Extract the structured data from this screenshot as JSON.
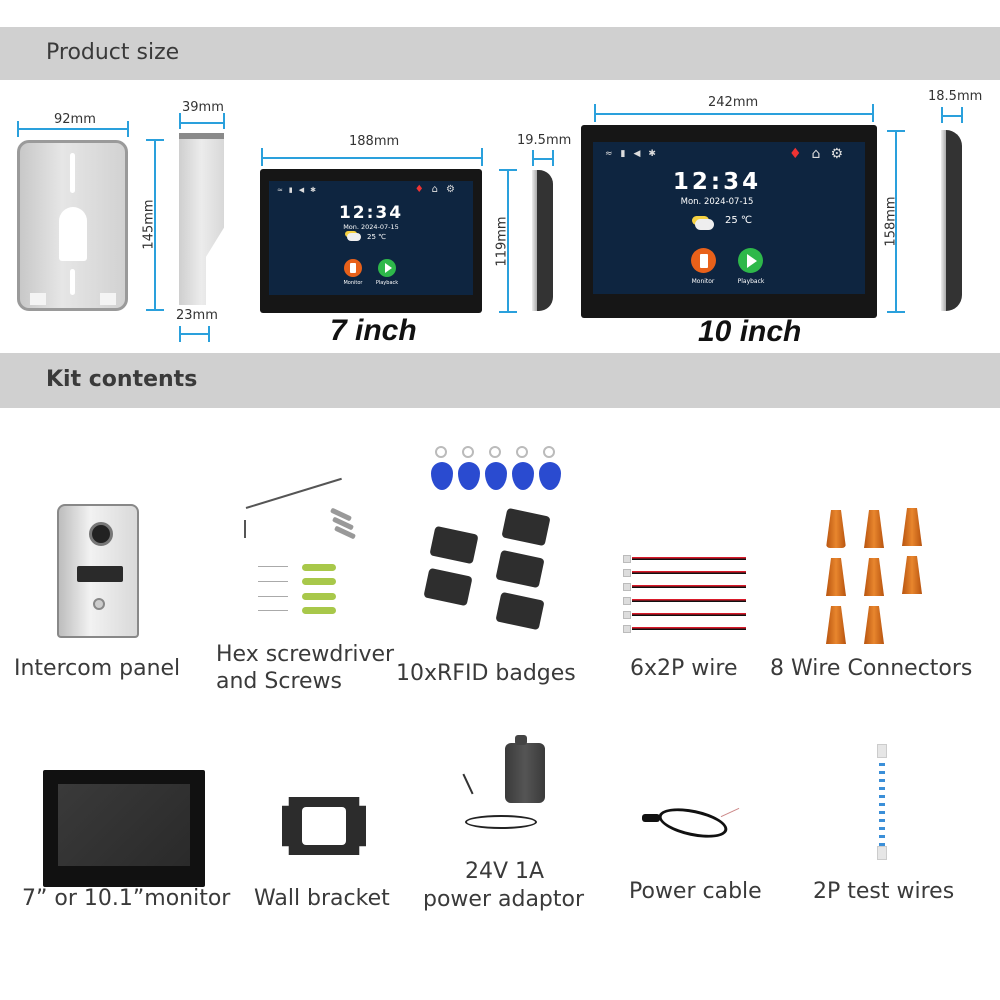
{
  "sections": {
    "product_size": "Product size",
    "kit_contents": "Kit contents"
  },
  "dimensions": {
    "bracket_width": "92mm",
    "bracket_height": "145mm",
    "bracket_depth_top": "39mm",
    "bracket_depth_bottom": "23mm",
    "monitor7_width": "188mm",
    "monitor7_height": "119mm",
    "monitor7_depth": "19.5mm",
    "monitor10_width": "242mm",
    "monitor10_height": "158mm",
    "monitor10_depth": "18.5mm"
  },
  "monitors": {
    "small_label": "7 inch",
    "large_label": "10 inch",
    "screen": {
      "time": "12:34",
      "date": "Mon.  2024-07-15",
      "temperature": "25 ℃",
      "monitor_label": "Monitor",
      "playback_label": "Playback",
      "status_icons": [
        "wifi-icon",
        "sd-card-icon",
        "speaker-icon",
        "motion-icon"
      ],
      "top_icons": [
        "bell-muted-icon",
        "home-icon",
        "gear-icon"
      ]
    }
  },
  "kit_items": [
    {
      "label": "Intercom panel"
    },
    {
      "label": "Hex screwdriver\nand Screws",
      "line1": "Hex screwdriver",
      "line2": "and Screws"
    },
    {
      "label": "10xRFID badges"
    },
    {
      "label": "6x2P wire"
    },
    {
      "label": "8 Wire Connectors"
    },
    {
      "label": "7” or 10.1”monitor"
    },
    {
      "label": "Wall bracket"
    },
    {
      "label": "24V 1A power adaptor",
      "line1": "24V 1A",
      "line2": "power adaptor"
    },
    {
      "label": "Power cable"
    },
    {
      "label": "2P test wires"
    }
  ],
  "colors": {
    "section_bar": "#d0d0d0",
    "dimension_line": "#2aa0dc",
    "screen_bg": "#0e2540",
    "monitor_button": "#e8611a",
    "playback_button": "#2eb84a",
    "rfid_blue": "#2a4bd0",
    "connector_orange": "#d86a1c"
  }
}
